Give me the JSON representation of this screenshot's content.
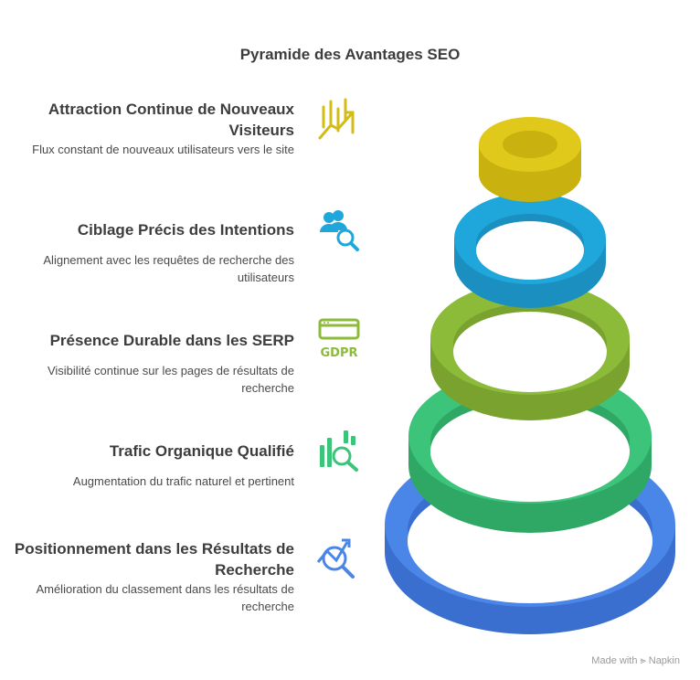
{
  "title": "Pyramide des Avantages SEO",
  "items": [
    {
      "heading": "Attraction Continue de Nouveaux Visiteurs",
      "desc": "Flux constant de nouveaux utilisateurs vers le site",
      "icon": "growth-chart-icon",
      "color": "#e0c91a"
    },
    {
      "heading": "Ciblage Précis des Intentions",
      "desc": "Alignement avec les requêtes de recherche des utilisateurs",
      "icon": "user-search-icon",
      "color": "#1fa7dc"
    },
    {
      "heading": "Présence Durable dans les SERP",
      "desc": "Visibilité continue sur les pages de résultats de recherche",
      "icon": "gdpr-window-icon",
      "icon_text": "GDPR",
      "color": "#8cbb3a"
    },
    {
      "heading": "Trafic Organique Qualifié",
      "desc": "Augmentation du trafic naturel et pertinent",
      "icon": "analytics-search-icon",
      "color": "#3cc47a"
    },
    {
      "heading": "Positionnement dans les Résultats de Recherche",
      "desc": "Amélioration du classement dans les résultats de recherche",
      "icon": "trend-search-icon",
      "color": "#4a86e8"
    }
  ],
  "brand": "Made with ⪢ Napkin"
}
